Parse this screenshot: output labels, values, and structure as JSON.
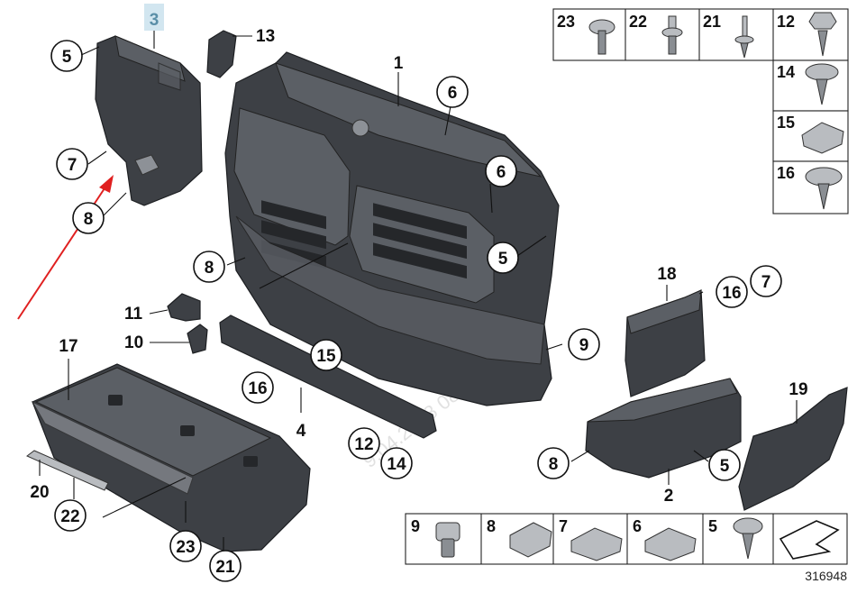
{
  "labels": {
    "n1": "1",
    "n2": "2",
    "n3": "3",
    "n4": "4",
    "n5a": "5",
    "n5b": "5",
    "n5c": "5",
    "n6a": "6",
    "n6b": "6",
    "n7a": "7",
    "n7b": "7",
    "n8a": "8",
    "n8b": "8",
    "n8c": "8",
    "n9": "9",
    "n10": "10",
    "n11": "11",
    "n12": "12",
    "n13": "13",
    "n14": "14",
    "n15": "15",
    "n16a": "16",
    "n16b": "16",
    "n17": "17",
    "n18": "18",
    "n19": "19",
    "n20": "20",
    "n21": "21",
    "n22": "22",
    "n23": "23"
  },
  "hardware_top": [
    "23",
    "22",
    "21",
    "12"
  ],
  "hardware_side": [
    "14",
    "15",
    "16"
  ],
  "hardware_bottom": [
    "9",
    "8",
    "7",
    "6",
    "5"
  ],
  "diagram_ref": "316948",
  "watermark": "9.04.2018 08:53:14",
  "colors": {
    "highlight_label": "#5a8fa8",
    "arrow": "#e02020",
    "part": "#3d4045"
  }
}
